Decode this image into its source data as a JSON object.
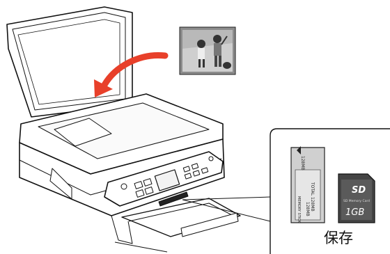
{
  "caption": "保存",
  "memory_stick": {
    "capacity": "128MB",
    "label_line1": "TOTAL 128MB",
    "label_line2": "128MB",
    "brand": "MEMORY STICK"
  },
  "sd_card": {
    "logo": "SD",
    "small_text": "SD Memory Card",
    "capacity": "1GB"
  }
}
